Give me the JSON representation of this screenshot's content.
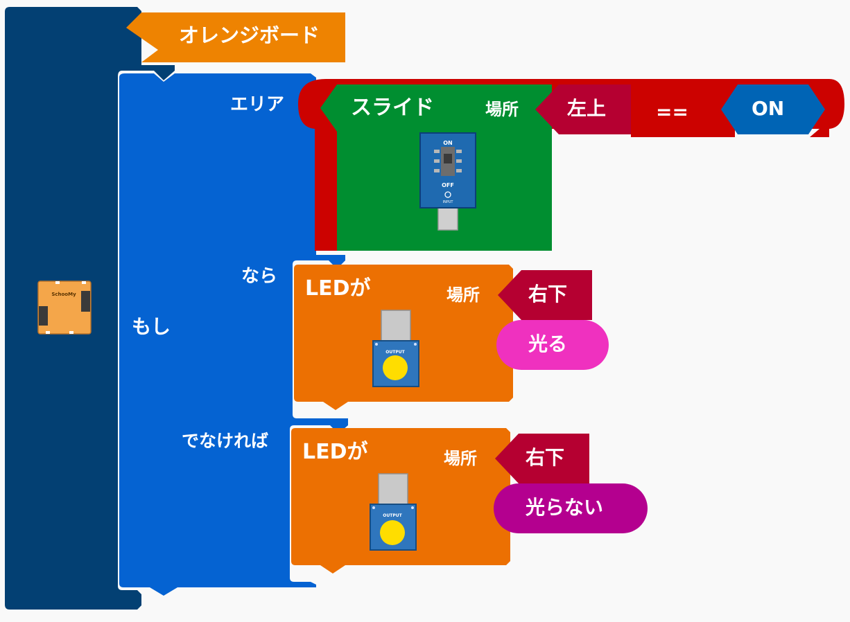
{
  "board": {
    "title": "オレンジボード",
    "chip_label": "SchooMy"
  },
  "if_block": {
    "if_label": "もし",
    "area_label": "エリア",
    "then_label": "なら",
    "else_label": "でなければ"
  },
  "condition": {
    "sensor_label": "スライド",
    "location_label": "場所",
    "location_value": "左上",
    "operator": "==",
    "compare_value": "ON",
    "switch_on_text": "ON",
    "switch_off_text": "OFF",
    "switch_tag": "INPUT"
  },
  "then_action": {
    "device_label": "LEDが",
    "location_label": "場所",
    "location_value": "右下",
    "action": "光る",
    "module_tag": "OUTPUT"
  },
  "else_action": {
    "device_label": "LEDが",
    "location_label": "場所",
    "location_value": "右下",
    "action": "光らない",
    "module_tag": "OUTPUT"
  },
  "colors": {
    "board_block": "#034073",
    "if_block": "#0563d2",
    "title_block": "#ee8301",
    "condition_block": "#cc0200",
    "sensor_block": "#008e30",
    "location_value": "#b50031",
    "on_value": "#0064b5",
    "action_block": "#ec7002",
    "action_on": "#ef31bf",
    "action_off": "#b4008f",
    "background": "#f9f9f9"
  }
}
